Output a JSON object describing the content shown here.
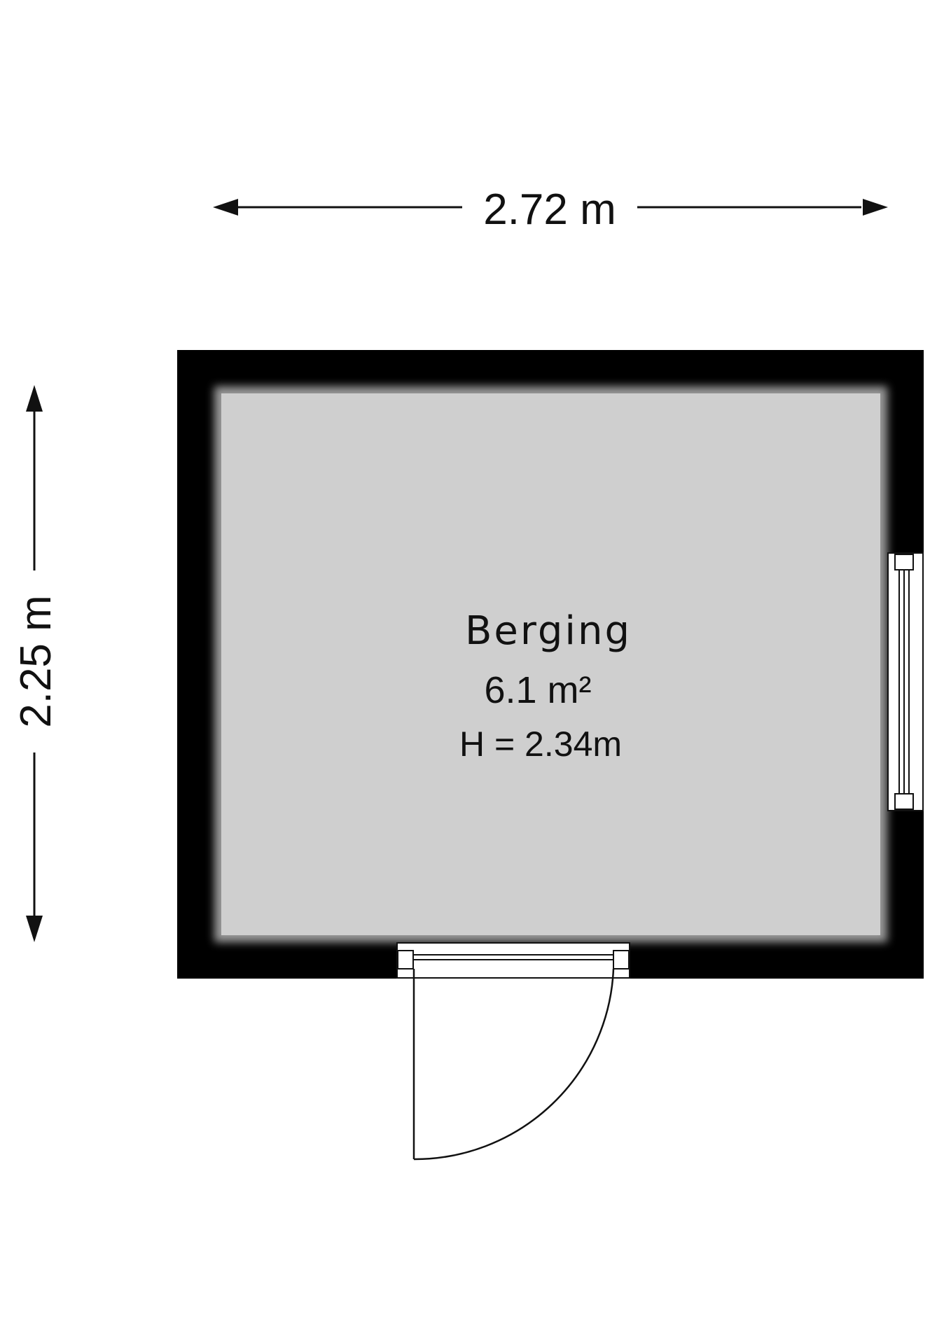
{
  "dimensions": {
    "width_label": "2.72 m",
    "depth_label": "2.25 m"
  },
  "room": {
    "name": "Berging",
    "area": "6.1 m²",
    "height": "H = 2.34m"
  },
  "colors": {
    "wall": "#000000",
    "floor": "#cfcfcf",
    "arrow": "#111111"
  }
}
